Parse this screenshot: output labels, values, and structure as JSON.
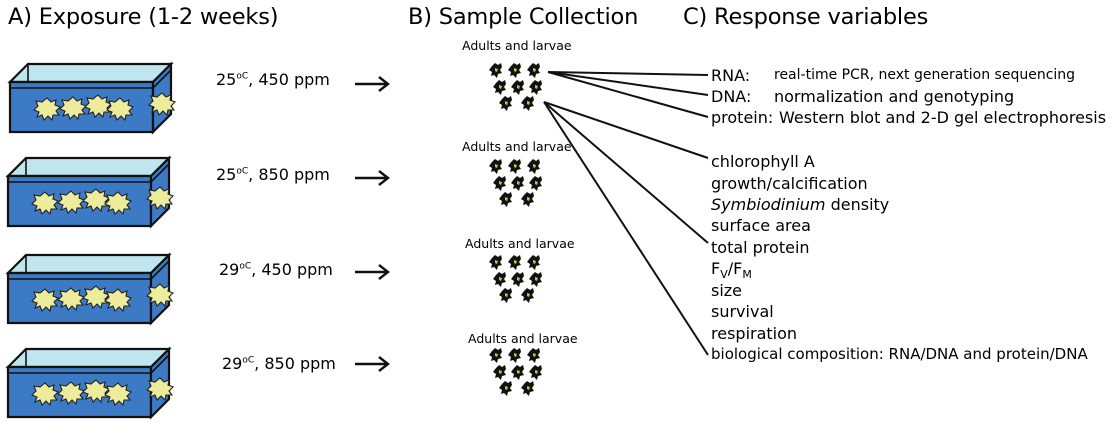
{
  "sections": {
    "exposure_title": "A) Exposure (1-2 weeks)",
    "collection_title": "B) Sample Collection",
    "response_title": "C) Response variables"
  },
  "tanks": [
    {
      "temp": "25",
      "unit": "oC",
      "co2": ", 450 ppm"
    },
    {
      "temp": "25",
      "unit": "oC",
      "co2": ", 850 ppm"
    },
    {
      "temp": "29",
      "unit": "oC",
      "co2": ", 450 ppm"
    },
    {
      "temp": "29",
      "unit": "oC",
      "co2": ", 850 ppm"
    }
  ],
  "samples": [
    "Adults and larvae",
    "Adults and larvae",
    "Adults and larvae",
    "Adults and larvae"
  ],
  "molecular": [
    {
      "term": "RNA:",
      "desc": "real-time PCR, next generation sequencing"
    },
    {
      "term": "DNA:",
      "desc": "normalization and genotyping"
    },
    {
      "term": "protein:",
      "desc": "Western blot and 2-D gel electrophoresis"
    }
  ],
  "physiological": {
    "chlorophyll": "chlorophyll A",
    "growth": "growth/calcification",
    "symbio_italic": "Symbiodinium",
    "symbio_rest": " density",
    "surface": "surface area",
    "protein": "total protein",
    "fv": "F",
    "fv_sub": "V",
    "slash": "/F",
    "fm_sub": "M",
    "size": "size",
    "survival": "survival",
    "respiration": "respiration",
    "composition": "biological composition: RNA/DNA and protein/DNA"
  },
  "colors": {
    "water": "#3d7ac6",
    "glass": "#bfe6ee",
    "coral": "#ecec9c",
    "fragment": "#a7cf3c"
  }
}
